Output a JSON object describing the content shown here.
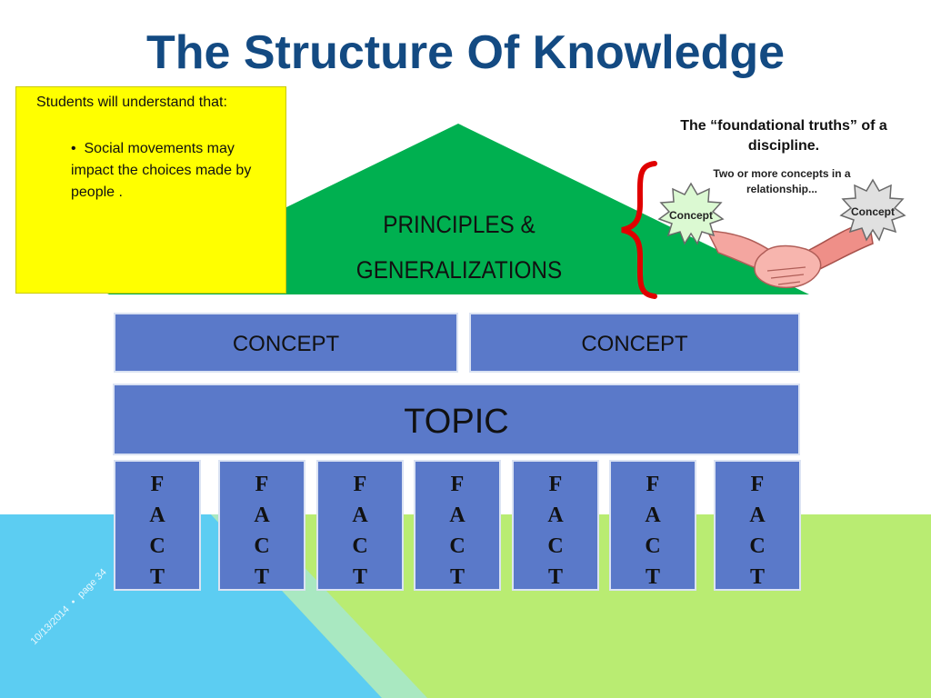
{
  "title": "The Structure Of Knowledge",
  "objective": {
    "heading": "Students will understand that:",
    "bullet": "Social movements may impact the choices made by people ."
  },
  "roof": {
    "line1": "PRINCIPLES &",
    "line2": "GENERALIZATIONS"
  },
  "concepts": [
    "CONCEPT",
    "CONCEPT"
  ],
  "topic": "TOPIC",
  "fact_letters": [
    "F",
    "A",
    "C",
    "T"
  ],
  "fact_count": 7,
  "callout": "The “foundational truths” of a discipline.",
  "handshake": {
    "label": "Two or more concepts in a relationship...",
    "left_badge": "Concept",
    "right_badge": "Concept"
  },
  "footer": {
    "date": "10/13/2014",
    "separator": "•",
    "page": "page 34"
  },
  "colors": {
    "title": "#134a82",
    "roof": "#00b050",
    "block": "#5a79c9",
    "note": "#ffff00",
    "brace": "#e00000",
    "ground_green": "#b9ec72",
    "ground_blue": "#5ccdf2"
  }
}
